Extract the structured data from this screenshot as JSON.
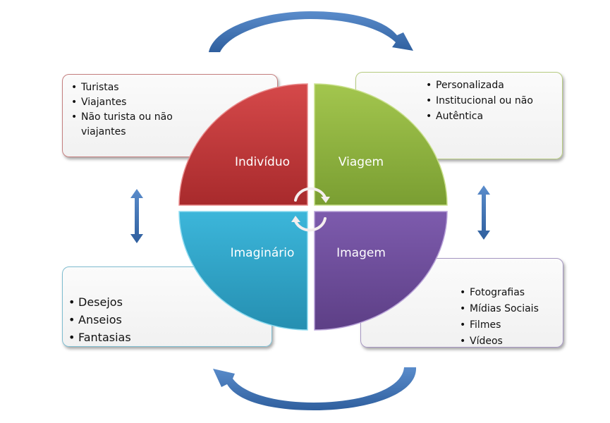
{
  "diagram": {
    "quadrants": [
      {
        "id": "individuo",
        "label": "Indivíduo",
        "color": "#c0393a"
      },
      {
        "id": "viagem",
        "label": "Viagem",
        "color": "#8fb43e"
      },
      {
        "id": "imaginario",
        "label": "Imaginário",
        "color": "#31a7cb"
      },
      {
        "id": "imagem",
        "label": "Imagem",
        "color": "#6e4f9b"
      }
    ],
    "boxes": {
      "individuo": {
        "items": [
          "Turistas",
          "Viajantes",
          "Não turista ou não viajantes"
        ]
      },
      "viagem": {
        "items": [
          "Personalizada",
          "Institucional ou não",
          "Autêntica"
        ]
      },
      "imaginario": {
        "items": [
          "Desejos",
          "Anseios",
          "Fantasias"
        ]
      },
      "imagem": {
        "items": [
          "Fotografias",
          "Mídias Sociais",
          "Filmes",
          "Vídeos"
        ]
      }
    },
    "arrow_color": "#3f72b0"
  }
}
